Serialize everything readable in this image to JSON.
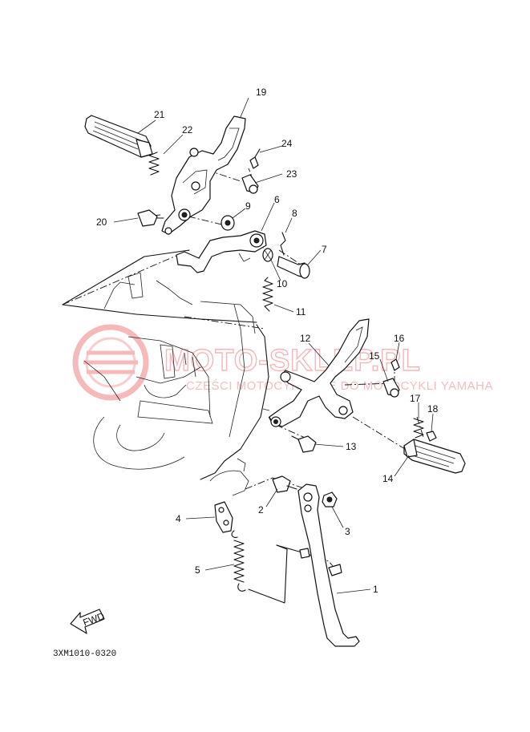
{
  "watermark": {
    "title": "MOTO-SKLEP.PL",
    "subtitle": "CZĘŚCI MOTOCYKLOWE DO MOTOCYKLI YAMAHA",
    "color": "#e8585a"
  },
  "drawing_code": "3XM1010-0320",
  "fwd_label": "FWD",
  "callouts": {
    "c1": "1",
    "c2": "2",
    "c3": "3",
    "c4": "4",
    "c5": "5",
    "c6": "6",
    "c7": "7",
    "c8": "8",
    "c9": "9",
    "c10": "10",
    "c11": "11",
    "c12": "12",
    "c13": "13",
    "c14": "14",
    "c15": "15",
    "c16": "16",
    "c17": "17",
    "c18": "18",
    "c19": "19",
    "c20": "20",
    "c21": "21",
    "c22": "22",
    "c23": "23",
    "c24": "24"
  }
}
